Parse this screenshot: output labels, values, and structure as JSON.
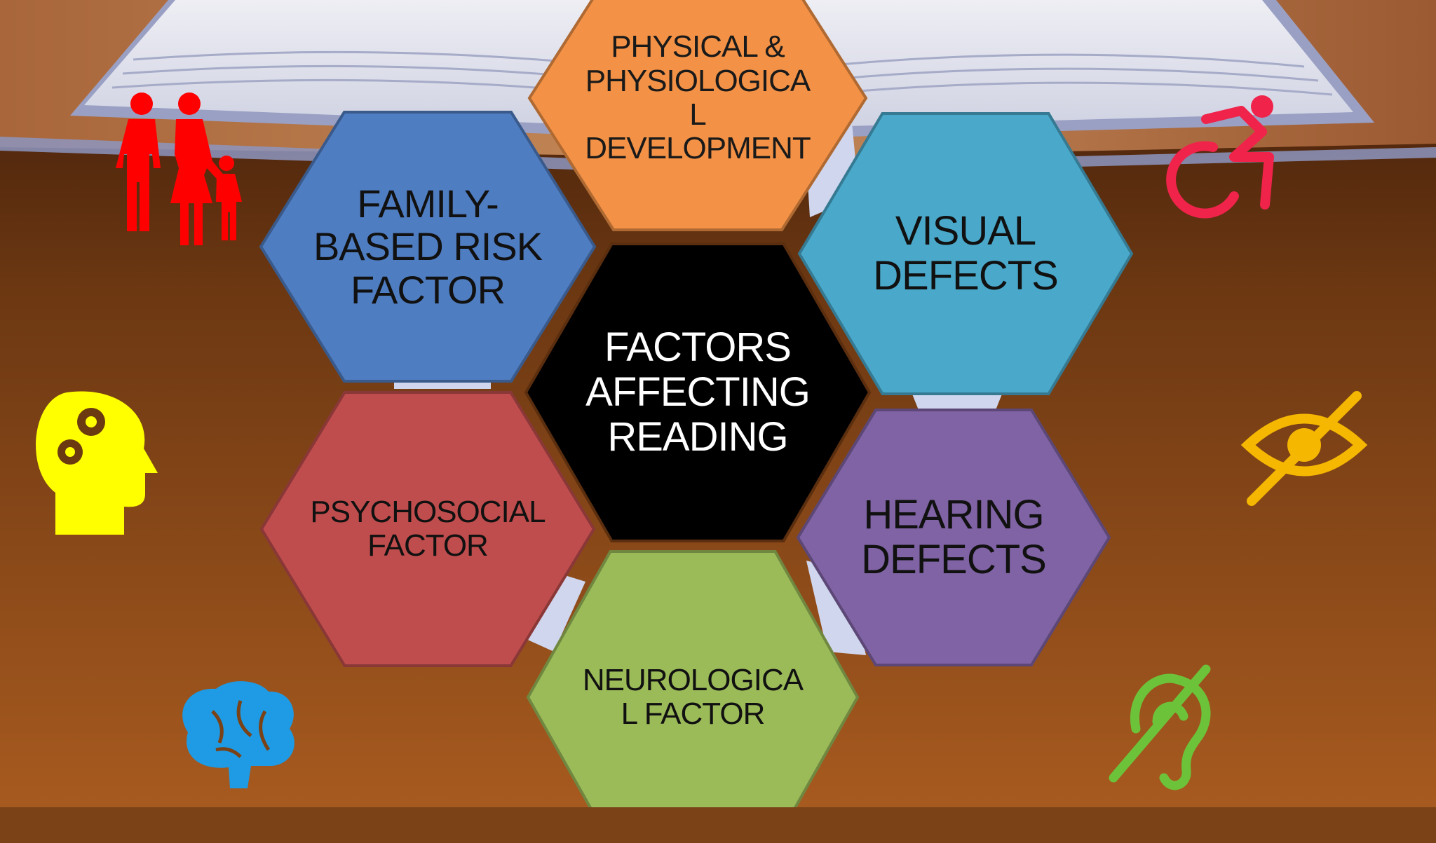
{
  "center": {
    "title": "FACTORS\nAFFECTING\nREADING",
    "fill": "#000000",
    "text_color": "#ffffff"
  },
  "factors": [
    {
      "id": "physical",
      "label": "PHYSICAL &\nPHYSIOLOGICA\nL\nDEVELOPMENT",
      "fill": "#f39246",
      "text_color": "#1a1a1a"
    },
    {
      "id": "family",
      "label": "FAMILY-\nBASED RISK\nFACTOR",
      "fill": "#4f7dc1",
      "text_color": "#111111"
    },
    {
      "id": "visual",
      "label": "VISUAL\nDEFECTS",
      "fill": "#4aa9cb",
      "text_color": "#111111"
    },
    {
      "id": "psychosocial",
      "label": "PSYCHOSOCIAL\nFACTOR",
      "fill": "#c04d4d",
      "text_color": "#111111"
    },
    {
      "id": "hearing",
      "label": "HEARING\nDEFECTS",
      "fill": "#8063a4",
      "text_color": "#111111"
    },
    {
      "id": "neurological",
      "label": "NEUROLOGICA\nL FACTOR",
      "fill": "#9bbb59",
      "text_color": "#111111"
    }
  ],
  "icons": [
    {
      "name": "family-icon",
      "color": "#ff0000"
    },
    {
      "name": "wheelchair-icon",
      "color": "#f0234b"
    },
    {
      "name": "head-gears-icon",
      "color": "#ffff00"
    },
    {
      "name": "eye-slash-icon",
      "color": "#f5b700"
    },
    {
      "name": "brain-icon",
      "color": "#1e9be4"
    },
    {
      "name": "hearing-impaired-icon",
      "color": "#6cc33a"
    }
  ]
}
